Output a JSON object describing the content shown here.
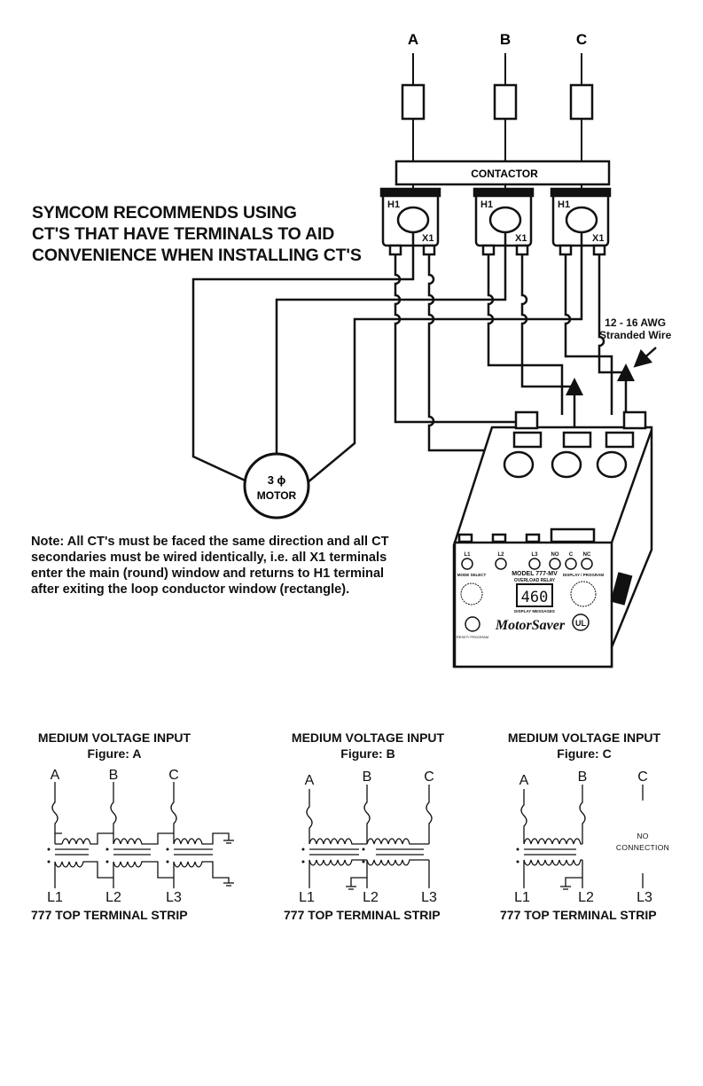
{
  "main": {
    "phases": [
      "A",
      "B",
      "C"
    ],
    "contactor_label": "CONTACTOR",
    "ct_terminals": {
      "h": "H1",
      "x": "X1"
    },
    "recommendation": "SYMCOM RECOMMENDS USING\nCT'S THAT HAVE TERMINALS TO AID\nCONVENIENCE WHEN INSTALLING CT'S",
    "wire_spec": "12 - 16 AWG\nStranded Wire",
    "motor_label": {
      "line1": "3 ϕ",
      "line2": "MOTOR"
    },
    "note": "Note: All CT's must be faced the same direction and all CT\nsecondaries must be wired identically, i.e. all X1 terminals\nenter the main (round) window and returns to H1 terminal\nafter exiting the loop conductor window (rectangle)."
  },
  "relay": {
    "terminals": [
      "L1",
      "L2",
      "L3",
      "NO",
      "C",
      "NC"
    ],
    "model": "MODEL 777-MV",
    "subtitle": "OVERLOAD RELAY",
    "display_value": "460",
    "display_caption": "DISPLAY MESSAGES",
    "mode_select": "MODE SELECT",
    "display_program": "DISPLAY / PROGRAM",
    "brand": "MotorSaver",
    "reset_label": "RESET/\nPROGRAM",
    "ul_mark": "UL"
  },
  "figures": [
    {
      "title": "MEDIUM VOLTAGE INPUT",
      "figure": "Figure: A",
      "inputs": [
        "A",
        "B",
        "C"
      ],
      "outputs": [
        "L1",
        "L2",
        "L3"
      ],
      "strip": "777 TOP TERMINAL STRIP"
    },
    {
      "title": "MEDIUM VOLTAGE INPUT",
      "figure": "Figure: B",
      "inputs": [
        "A",
        "B",
        "C"
      ],
      "outputs": [
        "L1",
        "L2",
        "L3"
      ],
      "strip": "777 TOP TERMINAL STRIP"
    },
    {
      "title": "MEDIUM VOLTAGE INPUT",
      "figure": "Figure: C",
      "inputs": [
        "A",
        "B",
        "C"
      ],
      "outputs": [
        "L1",
        "L2",
        "L3"
      ],
      "no_connection": "NO\nCONNECTION",
      "strip": "777 TOP TERMINAL STRIP"
    }
  ]
}
